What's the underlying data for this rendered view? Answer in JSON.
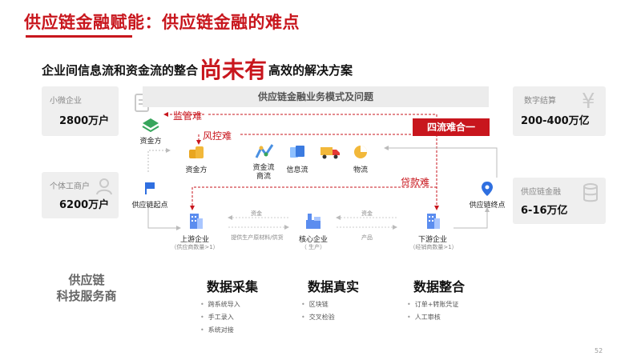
{
  "title": "供应链金融赋能：供应链金融的难点",
  "subtitle": {
    "pre": "企业间信息流和资金流的整合",
    "emphasis": "尚未有",
    "post": "高效的解决方案"
  },
  "stats": {
    "micro": {
      "label": "小微企业",
      "value": "2800万户"
    },
    "individual": {
      "label": "个体工商户",
      "value": "6200万户"
    },
    "digital": {
      "label": "数字结算",
      "value": "200-400万亿"
    },
    "scf": {
      "label": "供应链金融",
      "value": "6-16万亿"
    }
  },
  "panel": {
    "title": "供应链金融业务模式及问题",
    "issues": {
      "regulation": "监管难",
      "risk": "风控难",
      "four_flows": "四流难合一",
      "loan": "贷款难"
    },
    "nodes": {
      "funder_top": "资金方",
      "funder": "资金方",
      "capital_flow": "资金流\n商流",
      "info_flow": "信息流",
      "logistics": "物流",
      "chain_start": "供应链起点",
      "chain_end": "供应链终点",
      "upstream": "上游企业",
      "upstream_note": "（供应商数量>1）",
      "core": "核心企业",
      "core_note": "（ 生产）",
      "downstream": "下游企业",
      "downstream_note": "（经销商数量>1）",
      "fund_left": "资金",
      "fund_right": "资金",
      "materials": "提供生产原材料/供货",
      "product": "产品"
    }
  },
  "provider": "供应链\n科技服务商",
  "columns": [
    {
      "heading": "数据采集",
      "items": [
        "跨系统导入",
        "手工录入",
        "系统对接"
      ]
    },
    {
      "heading": "数据真实",
      "items": [
        "区块链",
        "交叉检验"
      ]
    },
    {
      "heading": "数据整合",
      "items": [
        "订单+转账凭证",
        "人工审核"
      ]
    }
  ],
  "page_number": "52",
  "colors": {
    "accent": "#c8161d",
    "box_bg": "#efefef",
    "node_blue": "#5b8def"
  },
  "icons": [
    "document-icon",
    "person-icon",
    "yen-icon",
    "database-icon",
    "location-pin-icon",
    "flag-icon",
    "coins-icon",
    "truck-icon",
    "pie-icon"
  ]
}
